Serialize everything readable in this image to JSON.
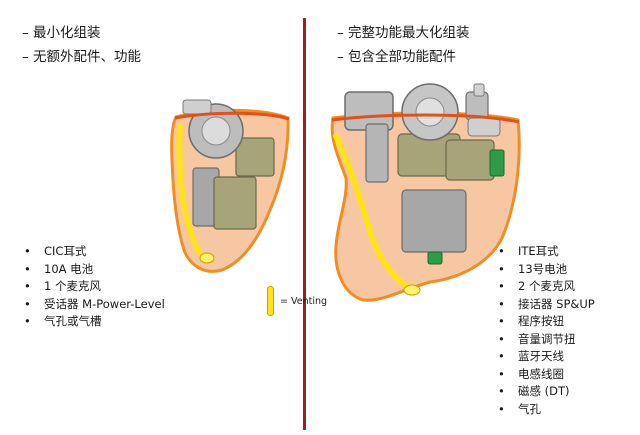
{
  "left_headings": [
    "最小化组装",
    "无额外配件、功能"
  ],
  "right_headings": [
    "完整功能最大化组装",
    "包含全部功能配件"
  ],
  "left_features": [
    "CIC耳式",
    "10A 电池",
    "1 个麦克风",
    "受话器 M-Power-Level",
    "气孔或气槽"
  ],
  "right_features": [
    "ITE耳式",
    "13号电池",
    "2 个麦克风",
    "接话器 SP&UP",
    "程序按钮",
    "音量调节扭",
    "蓝牙天线",
    "电感线圈",
    "磁感 (DT)",
    "气孔"
  ],
  "legend": {
    "venting_label": "= Venting"
  },
  "colors": {
    "shell_outline": "#f08a1c",
    "shell_fill": "#f7c6a1",
    "faceplate": "#e0521b",
    "vent": "#ffe21a",
    "divider": "#a31d1d",
    "component_grey": "#a7a7a7",
    "component_olive": "#a7a479"
  }
}
